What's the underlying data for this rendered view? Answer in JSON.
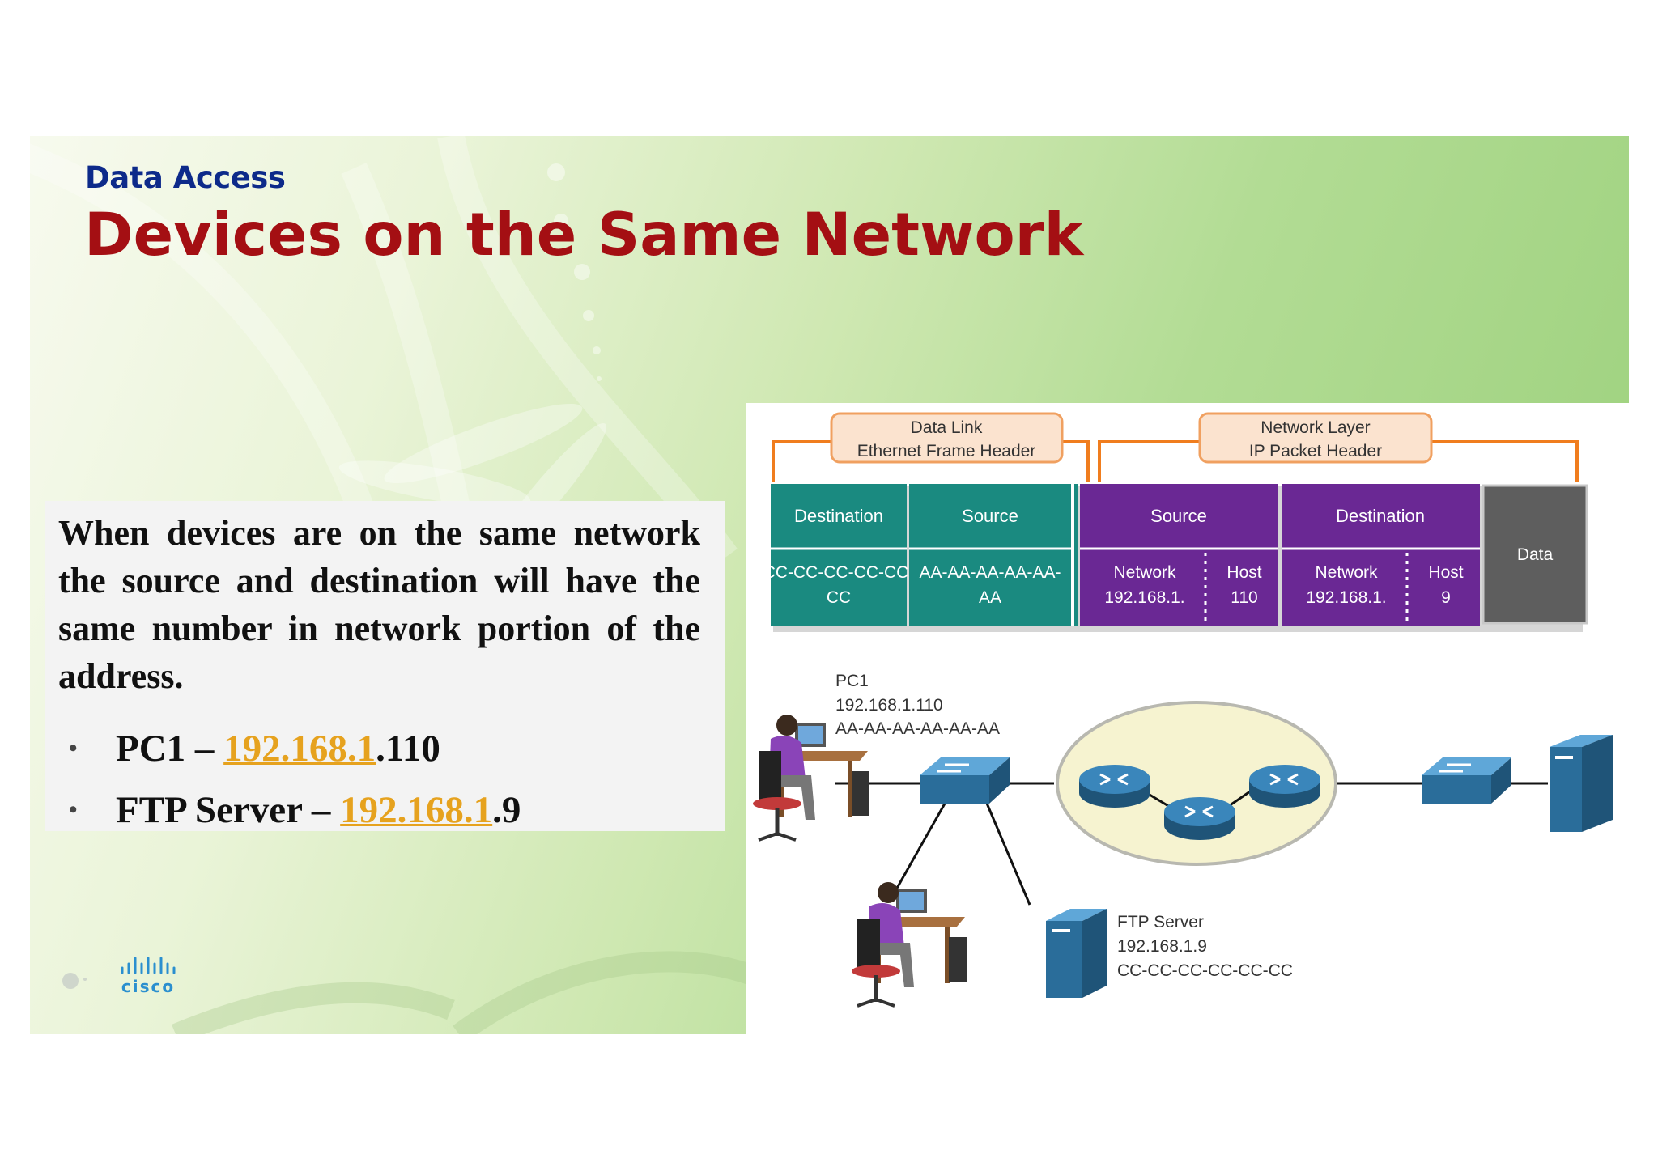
{
  "slide": {
    "subtitle": "Data Access",
    "title": "Devices on the Same Network"
  },
  "body": {
    "paragraph": "When devices are on the same network the source and destination will have the same number in network portion of the address.",
    "bullets": [
      {
        "name": "PC1 – ",
        "network": "192.168.1",
        "host": ".110"
      },
      {
        "name": "FTP Server – ",
        "network": "192.168.1",
        "host": ".9"
      }
    ]
  },
  "diagram": {
    "headers": {
      "data_link": [
        "Data Link",
        "Ethernet Frame Header"
      ],
      "network_layer": [
        "Network Layer",
        "IP Packet Header"
      ]
    },
    "frame": {
      "eth_dest": {
        "label": "Destination",
        "value": [
          "CC-CC-CC-CC-CC-",
          "CC"
        ]
      },
      "eth_src": {
        "label": "Source",
        "value": [
          "AA-AA-AA-AA-AA-",
          "AA"
        ]
      },
      "ip_src": {
        "label": "Source",
        "network_label": "Network",
        "network_value": "192.168.1.",
        "host_label": "Host",
        "host_value": "110"
      },
      "ip_dest": {
        "label": "Destination",
        "network_label": "Network",
        "network_value": "192.168.1.",
        "host_label": "Host",
        "host_value": "9"
      },
      "data_label": "Data"
    },
    "pc1": {
      "name": "PC1",
      "ip": "192.168.1.110",
      "mac": "AA-AA-AA-AA-AA-AA"
    },
    "ftp": {
      "name": "FTP Server",
      "ip": "192.168.1.9",
      "mac": "CC-CC-CC-CC-CC-CC"
    }
  },
  "brand": {
    "logo_text": "cisco"
  },
  "colors": {
    "teal": "#1a8a80",
    "purple": "#6a2894",
    "gray": "#5e5e5e",
    "orange": "#f07d1e",
    "title_red": "#a40f13",
    "subtitle_blue": "#0d2a8a",
    "link_gold": "#e6a21e",
    "device_blue": "#2a6d9a"
  }
}
